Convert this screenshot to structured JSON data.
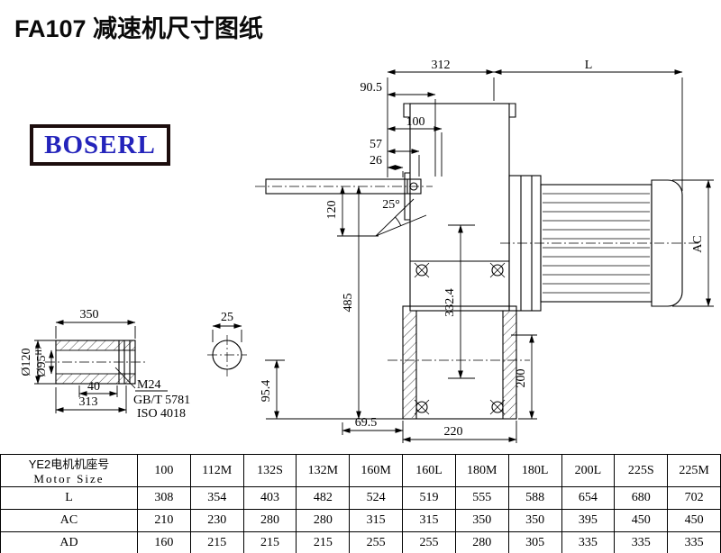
{
  "page": {
    "title": "FA107 减速机尺寸图纸",
    "logo": "BOSERL"
  },
  "dims": {
    "top_width": "312",
    "motor_len": "L",
    "d90_5": "90.5",
    "d100": "100",
    "d57": "57",
    "d26": "26",
    "d120": "120",
    "angle": "25°",
    "d485": "485",
    "ac": "AC",
    "d332_4": "332.4",
    "d200": "200",
    "d95_4": "95.4",
    "d69_5": "69.5",
    "d220": "220",
    "d350": "350",
    "d40": "40",
    "d313": "313",
    "dia120": "Ø120",
    "dia95": "Ø95",
    "dia95_tol": "H7",
    "d25": "25",
    "m24": "M24",
    "gbt": "GB/T 5781",
    "iso": "ISO 4018"
  },
  "table": {
    "header_cn": "YE2电机机座号",
    "header_en": "Motor Size",
    "columns": [
      "100",
      "112M",
      "132S",
      "132M",
      "160M",
      "160L",
      "180M",
      "180L",
      "200L",
      "225S",
      "225M"
    ],
    "rows": [
      {
        "label": "L",
        "values": [
          "308",
          "354",
          "403",
          "482",
          "524",
          "519",
          "555",
          "588",
          "654",
          "680",
          "702"
        ]
      },
      {
        "label": "AC",
        "values": [
          "210",
          "230",
          "280",
          "280",
          "315",
          "315",
          "350",
          "350",
          "395",
          "450",
          "450"
        ]
      },
      {
        "label": "AD",
        "values": [
          "160",
          "215",
          "215",
          "215",
          "255",
          "255",
          "280",
          "305",
          "335",
          "335",
          "335"
        ]
      }
    ]
  }
}
